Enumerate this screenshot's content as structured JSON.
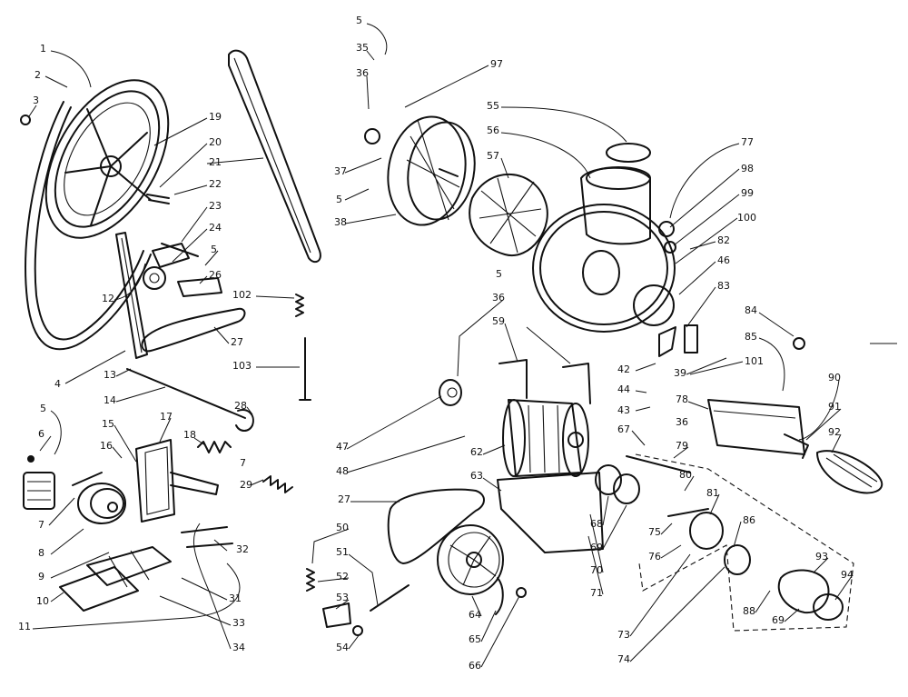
{
  "callouts": [
    {
      "id": "c-1",
      "text": "1"
    },
    {
      "id": "c-2",
      "text": "2"
    },
    {
      "id": "c-3",
      "text": "3"
    },
    {
      "id": "c-4",
      "text": "4"
    },
    {
      "id": "c-5a",
      "text": "5"
    },
    {
      "id": "c-5b",
      "text": "5"
    },
    {
      "id": "c-5c",
      "text": "5"
    },
    {
      "id": "c-5d",
      "text": "5"
    },
    {
      "id": "c-5e",
      "text": "5"
    },
    {
      "id": "c-6",
      "text": "6"
    },
    {
      "id": "c-7a",
      "text": "7"
    },
    {
      "id": "c-7b",
      "text": "7"
    },
    {
      "id": "c-8",
      "text": "8"
    },
    {
      "id": "c-9",
      "text": "9"
    },
    {
      "id": "c-10",
      "text": "10"
    },
    {
      "id": "c-11",
      "text": "11"
    },
    {
      "id": "c-12",
      "text": "12"
    },
    {
      "id": "c-13",
      "text": "13"
    },
    {
      "id": "c-14",
      "text": "14"
    },
    {
      "id": "c-15",
      "text": "15"
    },
    {
      "id": "c-16",
      "text": "16"
    },
    {
      "id": "c-17",
      "text": "17"
    },
    {
      "id": "c-18",
      "text": "18"
    },
    {
      "id": "c-19",
      "text": "19"
    },
    {
      "id": "c-20",
      "text": "20"
    },
    {
      "id": "c-21",
      "text": "21"
    },
    {
      "id": "c-22",
      "text": "22"
    },
    {
      "id": "c-23",
      "text": "23"
    },
    {
      "id": "c-24",
      "text": "24"
    },
    {
      "id": "c-26",
      "text": "26"
    },
    {
      "id": "c-27a",
      "text": "27"
    },
    {
      "id": "c-27b",
      "text": "27"
    },
    {
      "id": "c-28",
      "text": "28"
    },
    {
      "id": "c-29",
      "text": "29"
    },
    {
      "id": "c-31",
      "text": "31"
    },
    {
      "id": "c-32",
      "text": "32"
    },
    {
      "id": "c-33",
      "text": "33"
    },
    {
      "id": "c-34",
      "text": "34"
    },
    {
      "id": "c-35",
      "text": "35"
    },
    {
      "id": "c-36a",
      "text": "36"
    },
    {
      "id": "c-36b",
      "text": "36"
    },
    {
      "id": "c-36c",
      "text": "36"
    },
    {
      "id": "c-37",
      "text": "37"
    },
    {
      "id": "c-38",
      "text": "38"
    },
    {
      "id": "c-39",
      "text": "39"
    },
    {
      "id": "c-42",
      "text": "42"
    },
    {
      "id": "c-43",
      "text": "43"
    },
    {
      "id": "c-44",
      "text": "44"
    },
    {
      "id": "c-46",
      "text": "46"
    },
    {
      "id": "c-47",
      "text": "47"
    },
    {
      "id": "c-48",
      "text": "48"
    },
    {
      "id": "c-50",
      "text": "50"
    },
    {
      "id": "c-51",
      "text": "51"
    },
    {
      "id": "c-52",
      "text": "52"
    },
    {
      "id": "c-53",
      "text": "53"
    },
    {
      "id": "c-54",
      "text": "54"
    },
    {
      "id": "c-55",
      "text": "55"
    },
    {
      "id": "c-56",
      "text": "56"
    },
    {
      "id": "c-57",
      "text": "57"
    },
    {
      "id": "c-59",
      "text": "59"
    },
    {
      "id": "c-62",
      "text": "62"
    },
    {
      "id": "c-63",
      "text": "63"
    },
    {
      "id": "c-64",
      "text": "64"
    },
    {
      "id": "c-65",
      "text": "65"
    },
    {
      "id": "c-66",
      "text": "66"
    },
    {
      "id": "c-67",
      "text": "67"
    },
    {
      "id": "c-68",
      "text": "68"
    },
    {
      "id": "c-69a",
      "text": "69"
    },
    {
      "id": "c-69b",
      "text": "69"
    },
    {
      "id": "c-70",
      "text": "70"
    },
    {
      "id": "c-71",
      "text": "71"
    },
    {
      "id": "c-73",
      "text": "73"
    },
    {
      "id": "c-74",
      "text": "74"
    },
    {
      "id": "c-75",
      "text": "75"
    },
    {
      "id": "c-76",
      "text": "76"
    },
    {
      "id": "c-77",
      "text": "77"
    },
    {
      "id": "c-78",
      "text": "78"
    },
    {
      "id": "c-79",
      "text": "79"
    },
    {
      "id": "c-80",
      "text": "80"
    },
    {
      "id": "c-81",
      "text": "81"
    },
    {
      "id": "c-82",
      "text": "82"
    },
    {
      "id": "c-83",
      "text": "83"
    },
    {
      "id": "c-84",
      "text": "84"
    },
    {
      "id": "c-85",
      "text": "85"
    },
    {
      "id": "c-86",
      "text": "86"
    },
    {
      "id": "c-88",
      "text": "88"
    },
    {
      "id": "c-90",
      "text": "90"
    },
    {
      "id": "c-91",
      "text": "91"
    },
    {
      "id": "c-92",
      "text": "92"
    },
    {
      "id": "c-93",
      "text": "93"
    },
    {
      "id": "c-94",
      "text": "94"
    },
    {
      "id": "c-97",
      "text": "97"
    },
    {
      "id": "c-98",
      "text": "98"
    },
    {
      "id": "c-99",
      "text": "99"
    },
    {
      "id": "c-100",
      "text": "100"
    },
    {
      "id": "c-101",
      "text": "101"
    },
    {
      "id": "c-102",
      "text": "102"
    },
    {
      "id": "c-103",
      "text": "103"
    }
  ]
}
